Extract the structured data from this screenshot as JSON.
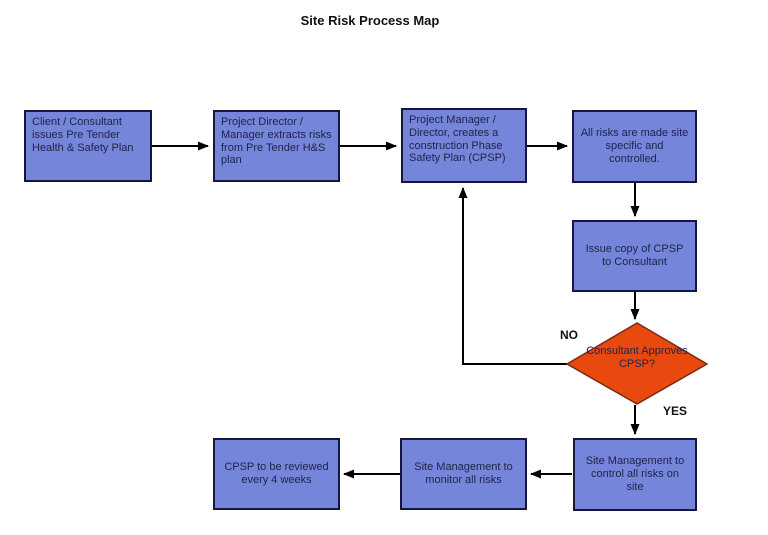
{
  "title": "Site Risk Process Map",
  "colors": {
    "box_fill": "#7585d9",
    "box_border": "#16163f",
    "box_text": "#20244c",
    "diamond_fill": "#e8490f",
    "diamond_border": "#7a2a10",
    "arrow": "#000000"
  },
  "nodes": [
    {
      "id": "client-consultant-issues-plan",
      "label": "Client / Consultant issues Pre Tender Health & Safety Plan"
    },
    {
      "id": "project-director-extracts-risks",
      "label": "Project Director / Manager extracts risks from Pre Tender H&S plan"
    },
    {
      "id": "project-manager-creates-cpsp",
      "label": "Project Manager / Director, creates a construction Phase Safety Plan (CPSP)"
    },
    {
      "id": "risks-site-specific",
      "label": "All risks are  made site specific and controlled."
    },
    {
      "id": "issue-copy-cpsp",
      "label": "Issue copy of CPSP to Consultant"
    },
    {
      "id": "site-management-control",
      "label": "Site Management to control all risks on site"
    },
    {
      "id": "site-management-monitor",
      "label": "Site Management to monitor all risks"
    },
    {
      "id": "cpsp-reviewed",
      "label": "CPSP to be reviewed every 4 weeks"
    }
  ],
  "decision": {
    "label": "Consultant Approves CPSP?",
    "yes_label": "YES",
    "no_label": "NO"
  }
}
